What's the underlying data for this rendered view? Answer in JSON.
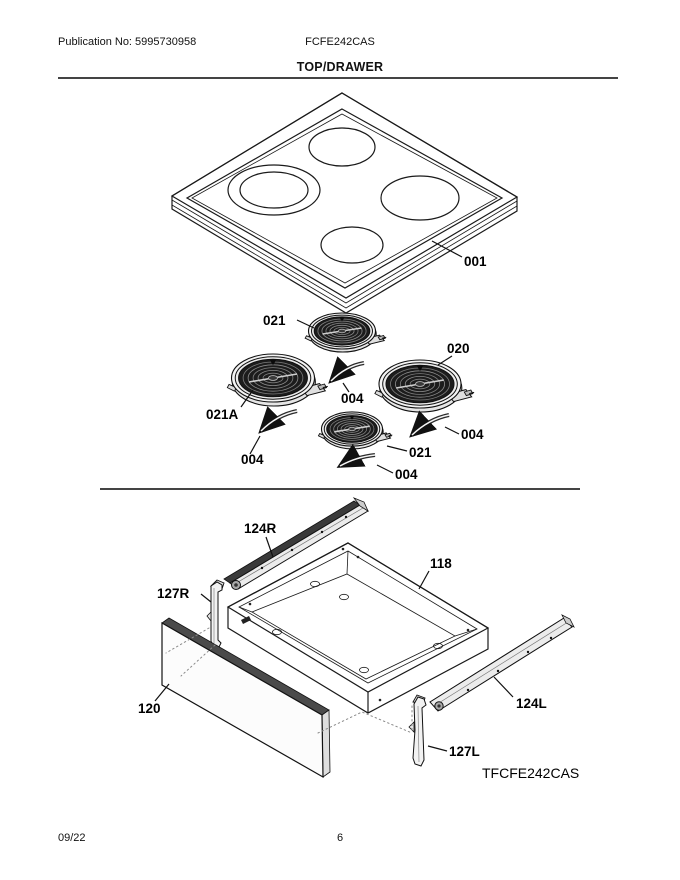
{
  "page": {
    "publication": "Publication No: 5995730958",
    "model": "FCFE242CAS",
    "section_title": "TOP/DRAWER",
    "footer_date": "09/22",
    "footer_page_number": "6"
  },
  "diagram": {
    "variant_tag": "TFCFE242CAS",
    "callouts": {
      "cooktop_main_top": "001",
      "element_rear": "021",
      "element_right": "020",
      "element_left": "021A",
      "element_front": "021",
      "wire_rear": "004",
      "wire_right": "004",
      "wire_left": "004",
      "wire_front": "004",
      "drawer_rail_right": "124R",
      "drawer_pan": "118",
      "drawer_glide_right": "127R",
      "drawer_front_panel": "120",
      "drawer_rail_left": "124L",
      "drawer_glide_left": "127L"
    }
  }
}
